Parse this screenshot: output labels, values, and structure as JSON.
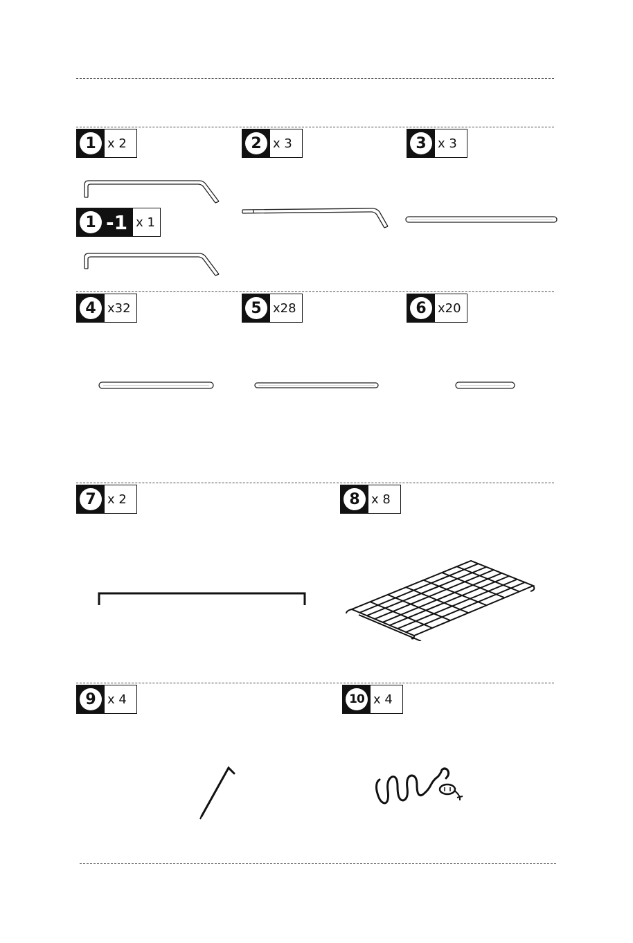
{
  "parts": [
    {
      "id": "1",
      "qty": "x 2"
    },
    {
      "id": "2",
      "qty": "x 3"
    },
    {
      "id": "3",
      "qty": "x 3"
    },
    {
      "id": "1",
      "suffix": "-1",
      "qty": "x 1"
    },
    {
      "id": "4",
      "qty": "x32"
    },
    {
      "id": "5",
      "qty": "x28"
    },
    {
      "id": "6",
      "qty": "x20"
    },
    {
      "id": "7",
      "qty": "x 2"
    },
    {
      "id": "8",
      "qty": "x 8"
    },
    {
      "id": "9",
      "qty": "x 4"
    },
    {
      "id": "10",
      "qty": "x 4"
    }
  ]
}
